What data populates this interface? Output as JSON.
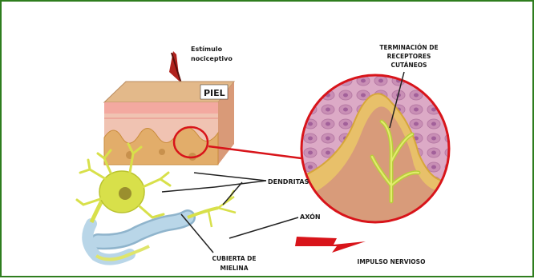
{
  "labels": {
    "stimulus": [
      "Estímulo",
      "nociceptivo"
    ],
    "skin_tag": "PIEL",
    "receptors": [
      "TERMINACIÓN DE",
      "RECEPTORES",
      "CUTÁNEOS"
    ],
    "dendrites": "DENDRITAS",
    "axon": "AXÓN",
    "myelin": [
      "CUBIERTA DE",
      "MIELINA"
    ],
    "impulse": "IMPULSO NERVIOSO"
  },
  "colors": {
    "frame": "#2e7d1e",
    "skin_top": "#e3b98a",
    "skin_side": "#e8b6a0",
    "dermis": "#f2cfc0",
    "papilla": "#e6b070",
    "neuron": "#d8e04a",
    "myelin": "#a8cbe0",
    "highlight": "#d8141a",
    "zoom_bg": "#d9a7c2"
  }
}
